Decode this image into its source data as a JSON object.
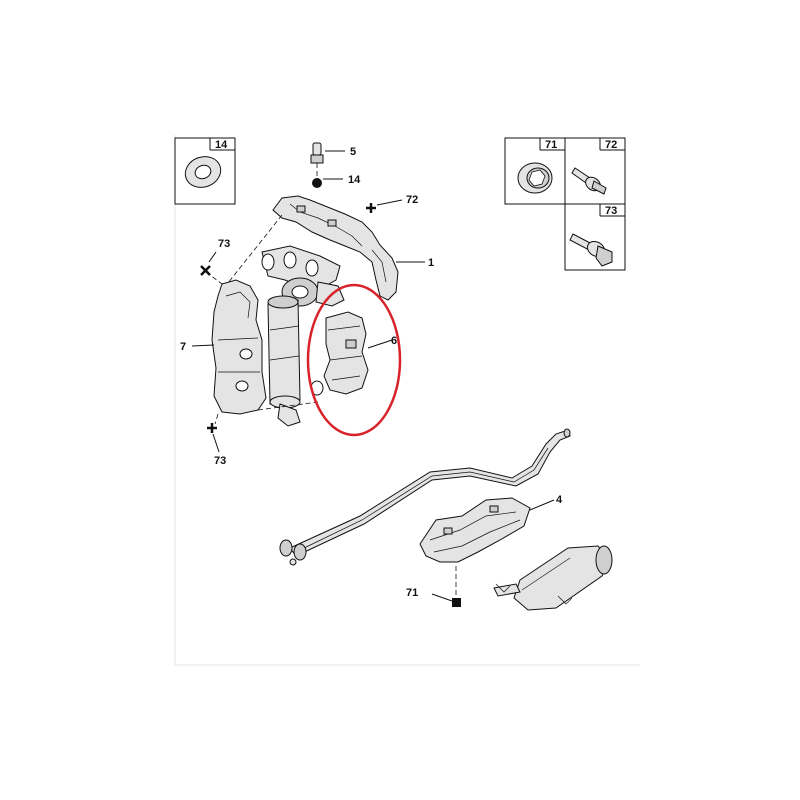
{
  "labels": {
    "l14_box": "14",
    "l5": "5",
    "l14": "14",
    "l72": "72",
    "l73_left": "73",
    "l1": "1",
    "l7": "7",
    "l6": "6",
    "l73_bottom": "73",
    "l71_box": "71",
    "l72_box": "72",
    "l73_box": "73",
    "l4": "4",
    "l71": "71"
  },
  "colors": {
    "highlight": "#d9232a",
    "line": "#111111",
    "part_fill": "#e4e4e4"
  }
}
